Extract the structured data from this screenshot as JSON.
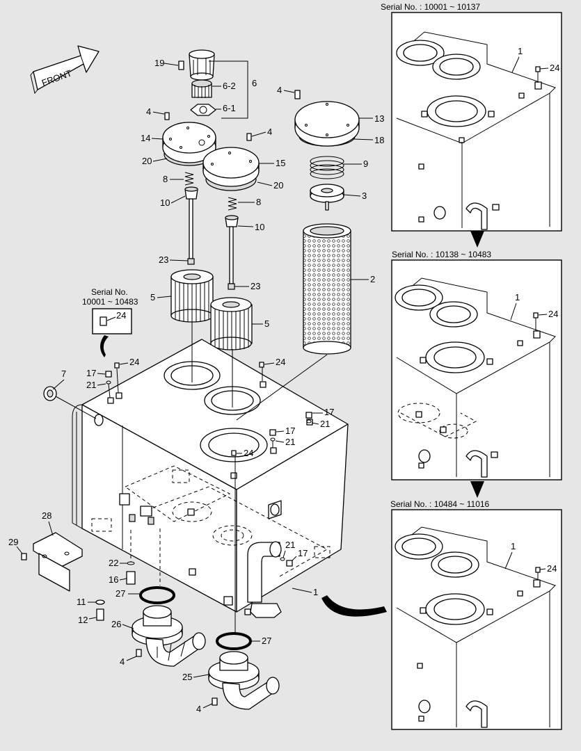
{
  "front_label": "FRONT",
  "insets": [
    {
      "serial": "Serial No. : 10001 ~ 10137",
      "part": "1",
      "bolt": "24"
    },
    {
      "serial": "Serial No. : 10138 ~ 10483",
      "part": "1",
      "bolt": "24"
    },
    {
      "serial": "Serial No. : 10484 ~ 11016",
      "part": "1",
      "bolt": "24"
    }
  ],
  "serial_note": {
    "line1": "Serial No.",
    "line2": "10001 ~ 10483",
    "part": "24"
  },
  "callouts": {
    "c19": "19",
    "c6": "6",
    "c6_2": "6-2",
    "c6_1": "6-1",
    "c4a": "4",
    "c14": "14",
    "c20a": "20",
    "c8a": "8",
    "c10a": "10",
    "c23a": "23",
    "c5a": "5",
    "c4b": "4",
    "c15": "15",
    "c20b": "20",
    "c8b": "8",
    "c10b": "10",
    "c23b": "23",
    "c5b": "5",
    "c4c": "4",
    "c13": "13",
    "c18": "18",
    "c9": "9",
    "c3": "3",
    "c2": "2",
    "c7": "7",
    "c17a": "17",
    "c21a": "21",
    "c24a": "24",
    "c24b": "24",
    "c17b": "17",
    "c21b": "21",
    "c17c": "17",
    "c21c": "21",
    "c24c": "24",
    "c28": "28",
    "c29": "29",
    "c22": "22",
    "c16": "16",
    "c27a": "27",
    "c11": "11",
    "c12": "12",
    "c26": "26",
    "c4d": "4",
    "c21d": "21",
    "c17d": "17",
    "c1": "1",
    "c27b": "27",
    "c25": "25",
    "c4e": "4"
  }
}
